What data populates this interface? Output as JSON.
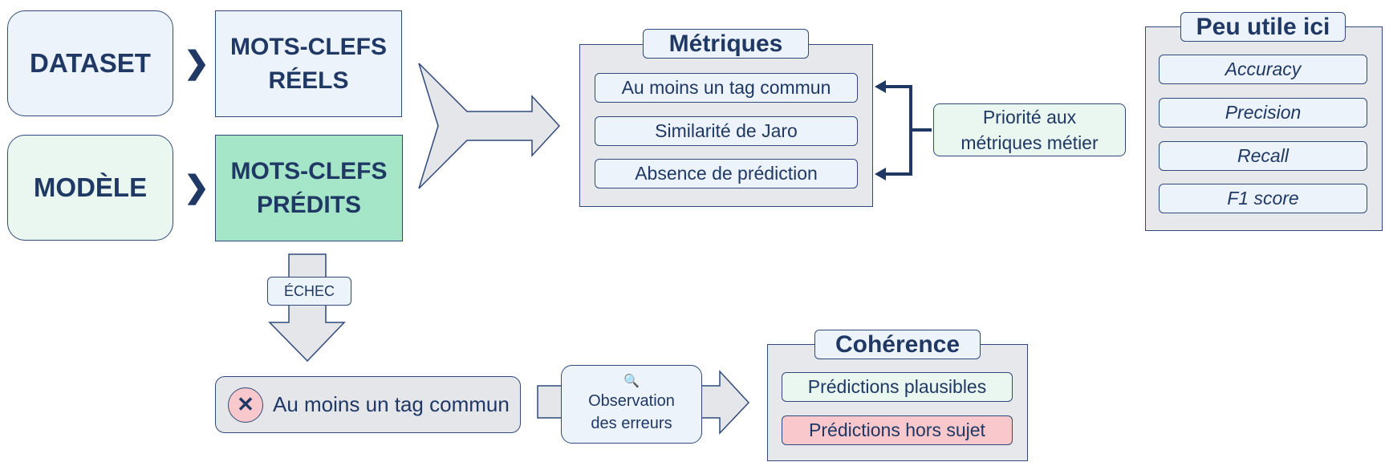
{
  "left": {
    "dataset": "DATASET",
    "modele": "MODÈLE",
    "chevron": "❯",
    "reels_line1": "MOTS-CLEFS",
    "reels_line2": "RÉELS",
    "predits_line1": "MOTS-CLEFS",
    "predits_line2": "PRÉDITS"
  },
  "echec": "ÉCHEC",
  "failure_box": {
    "icon": "✕",
    "label": "Au moins un tag commun"
  },
  "observation": {
    "icon": "🔍",
    "line1": "Observation",
    "line2": "des erreurs"
  },
  "metriques": {
    "title": "Métriques",
    "items": [
      "Au moins un tag commun",
      "Similarité de Jaro",
      "Absence de prédiction"
    ]
  },
  "priorite": {
    "line1": "Priorité aux",
    "line2": "métriques métier"
  },
  "peu_utile": {
    "title": "Peu utile ici",
    "items": [
      "Accuracy",
      "Precision",
      "Recall",
      "F1 score"
    ]
  },
  "coherence": {
    "title": "Cohérence",
    "items": [
      "Prédictions plausibles",
      "Prédictions hors sujet"
    ]
  },
  "colors": {
    "navy": "#1f3864",
    "light_blue": "#edf3fb",
    "light_green": "#eaf7f0",
    "mint": "#a6e6c8",
    "gray_panel": "#e6e8ec",
    "pink": "#f8c8cc"
  }
}
